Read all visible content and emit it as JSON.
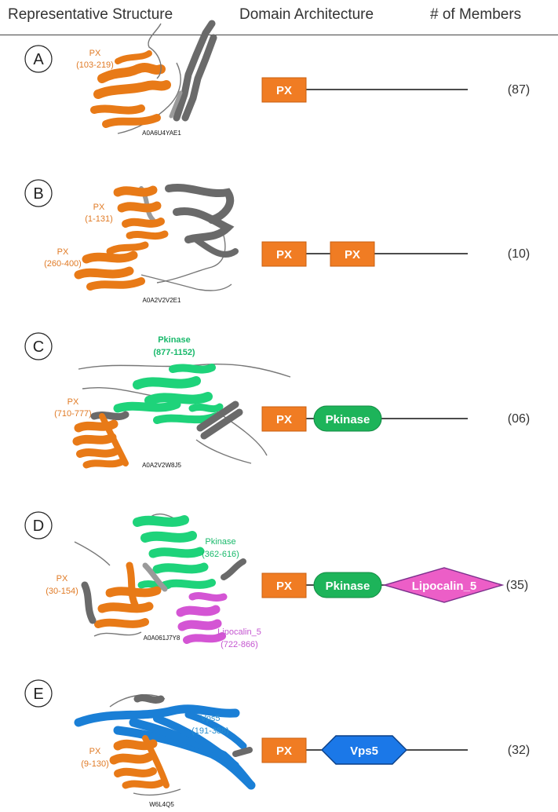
{
  "header": {
    "col_structure": "Representative Structure",
    "col_architecture": "Domain Architecture",
    "col_members": "# of Members"
  },
  "colors": {
    "px": "#f07c23",
    "pkinase": "#1db45a",
    "lipocalin": "#ec5ec7",
    "vps5": "#1b78e8",
    "struct_px": "#e87a17",
    "struct_gray": "#666666",
    "struct_green": "#1ed37a",
    "struct_magenta": "#d455d4",
    "struct_blue": "#1a7fd6"
  },
  "rows": [
    {
      "letter": "A",
      "accession": "A0A6U4YAE1",
      "members": "(87)",
      "struct_labels": [
        {
          "name": "PX",
          "range": "(103-219)",
          "color": "#e07a25"
        }
      ],
      "domains": [
        "PX"
      ]
    },
    {
      "letter": "B",
      "accession": "A0A2V2V2E1",
      "members": "(10)",
      "struct_labels": [
        {
          "name": "PX",
          "range": "(1-131)",
          "color": "#e07a25"
        },
        {
          "name": "PX",
          "range": "(260-400)",
          "color": "#e07a25"
        }
      ],
      "domains": [
        "PX",
        "PX"
      ]
    },
    {
      "letter": "C",
      "accession": "A0A2V2W8J5",
      "members": "(06)",
      "struct_labels": [
        {
          "name": "Pkinase",
          "range": "(877-1152)",
          "color": "#19b96b"
        },
        {
          "name": "PX",
          "range": "(710-777)",
          "color": "#e07a25"
        }
      ],
      "domains": [
        "PX",
        "Pkinase"
      ]
    },
    {
      "letter": "D",
      "accession": "A0A061J7Y8",
      "members": "(35)",
      "struct_labels": [
        {
          "name": "Pkinase",
          "range": "(362-616)",
          "color": "#19b96b"
        },
        {
          "name": "PX",
          "range": "(30-154)",
          "color": "#e07a25"
        },
        {
          "name": "Lipocalin_5",
          "range": "(722-866)",
          "color": "#c455d0"
        }
      ],
      "domains": [
        "PX",
        "Pkinase",
        "Lipocalin_5"
      ]
    },
    {
      "letter": "E",
      "accession": "W6L4Q5",
      "members": "(32)",
      "struct_labels": [
        {
          "name": "Vps5",
          "range": "(191-388)",
          "color": "#2a8fcf"
        },
        {
          "name": "PX",
          "range": "(9-130)",
          "color": "#e07a25"
        }
      ],
      "domains": [
        "PX",
        "Vps5"
      ]
    }
  ]
}
